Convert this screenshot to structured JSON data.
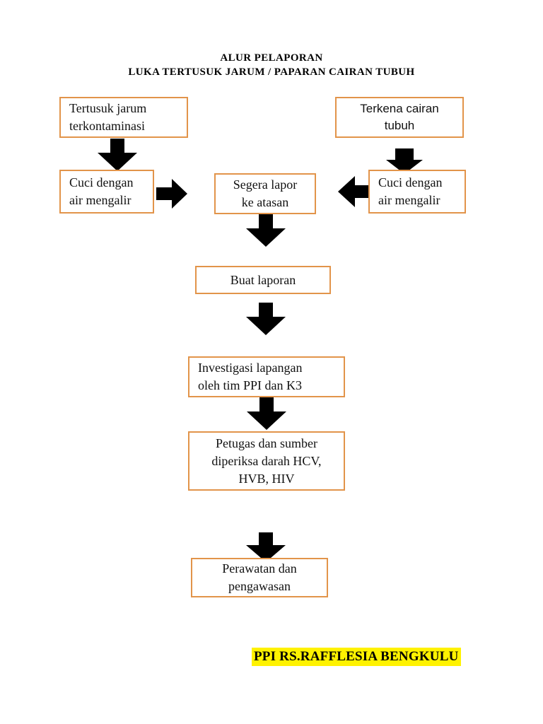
{
  "document": {
    "title_line_1": "ALUR PELAPORAN",
    "title_line_2": "LUKA TERTUSUK JARUM / PAPARAN CAIRAN TUBUH"
  },
  "theme": {
    "box_border_color": "#E2944A",
    "arrow_color": "#000000",
    "highlight_color": "#FFF200",
    "page_background": "#FFFFFF",
    "text_color": "#000000"
  },
  "flowchart": {
    "type": "flowchart",
    "nodes": [
      {
        "id": "tertusuk-jarum",
        "lines": [
          "Tertusuk jarum",
          "terkontaminasi"
        ],
        "align": "left",
        "font": "serif"
      },
      {
        "id": "terkena-cairan",
        "lines": [
          "Terkena cairan",
          "tubuh"
        ],
        "align": "center",
        "font": "sans"
      },
      {
        "id": "cuci-kiri",
        "lines": [
          "Cuci dengan",
          "air mengalir"
        ],
        "align": "left",
        "font": "serif"
      },
      {
        "id": "segera-lapor",
        "lines": [
          "Segera lapor",
          "ke atasan"
        ],
        "align": "center",
        "font": "serif"
      },
      {
        "id": "cuci-kanan",
        "lines": [
          "Cuci dengan",
          "air mengalir"
        ],
        "align": "left",
        "font": "serif"
      },
      {
        "id": "buat-laporan",
        "lines": [
          "Buat laporan"
        ],
        "align": "center",
        "font": "serif"
      },
      {
        "id": "investigasi",
        "lines": [
          "Investigasi lapangan",
          "oleh tim PPI dan K3"
        ],
        "align": "left",
        "font": "serif"
      },
      {
        "id": "periksa-darah",
        "lines": [
          "Petugas dan sumber",
          "diperiksa darah HCV,",
          "HVB, HIV"
        ],
        "align": "center",
        "font": "serif"
      },
      {
        "id": "perawatan",
        "lines": [
          "Perawatan dan",
          "pengawasan"
        ],
        "align": "center",
        "font": "serif"
      }
    ],
    "connectors": [
      {
        "id": "a1",
        "from": "tertusuk-jarum",
        "to": "cuci-kiri",
        "direction": "down"
      },
      {
        "id": "a2",
        "from": "cuci-kiri",
        "to": "segera-lapor",
        "direction": "right"
      },
      {
        "id": "a3",
        "from": "terkena-cairan",
        "to": "cuci-kanan",
        "direction": "down"
      },
      {
        "id": "a4",
        "from": "cuci-kanan",
        "to": "segera-lapor",
        "direction": "left"
      },
      {
        "id": "a5",
        "from": "segera-lapor",
        "to": "buat-laporan",
        "direction": "down"
      },
      {
        "id": "a6",
        "from": "buat-laporan",
        "to": "investigasi",
        "direction": "down"
      },
      {
        "id": "a7",
        "from": "investigasi",
        "to": "periksa-darah",
        "direction": "down"
      },
      {
        "id": "a8",
        "from": "periksa-darah",
        "to": "perawatan",
        "direction": "down"
      }
    ]
  },
  "footer": {
    "text": "PPI RS.RAFFLESIA BENGKULU"
  }
}
